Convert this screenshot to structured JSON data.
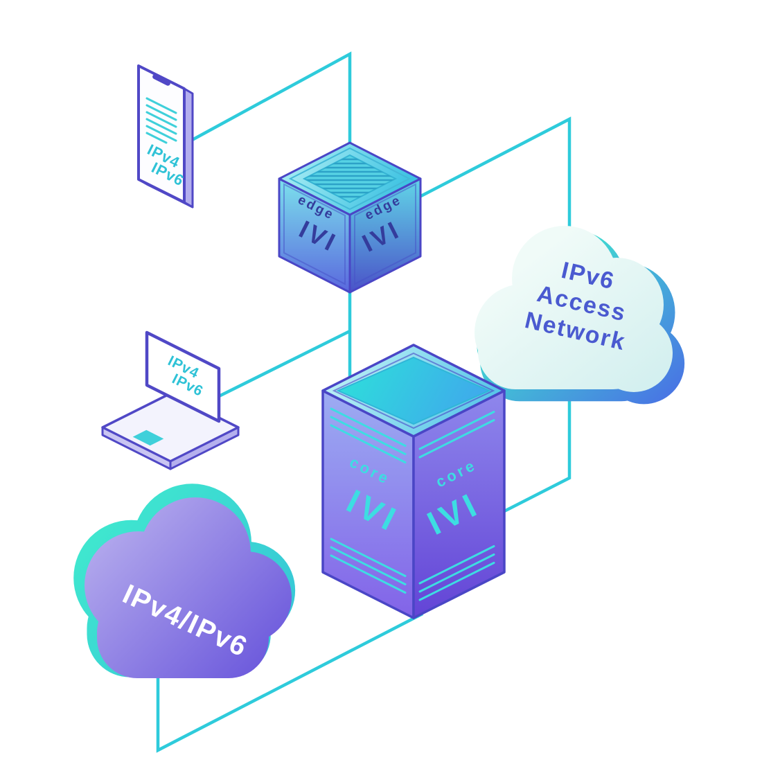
{
  "diagram": {
    "type": "isometric network illustration",
    "phone": {
      "labels": [
        "IPv4",
        "IPv6"
      ]
    },
    "laptop": {
      "labels": [
        "IPv4",
        "IPv6"
      ]
    },
    "edge_router": {
      "label": "edge",
      "protocol": "IVI"
    },
    "core_router": {
      "label": "core",
      "protocol": "IVI"
    },
    "access_cloud": {
      "lines": [
        "IPv6",
        "Access",
        "Network"
      ]
    },
    "dual_stack_cloud": {
      "label": "IPv4/IPv6"
    },
    "colors": {
      "background": "#ffffff",
      "connector": "#2ecbdb",
      "outline_indigo": "#4c46c6",
      "device_text_teal": "#2fc2d6",
      "router_label_navy": "#343c9c",
      "core_text_teal": "#3ddde2",
      "access_cloud_text": "#4a5ad0",
      "access_cloud_fill": "#e8f8f5",
      "dual_cloud_text": "#ffffff",
      "cloud_back_teal": "#3fe6cf",
      "dual_cloud_purple": "#6551da"
    }
  }
}
